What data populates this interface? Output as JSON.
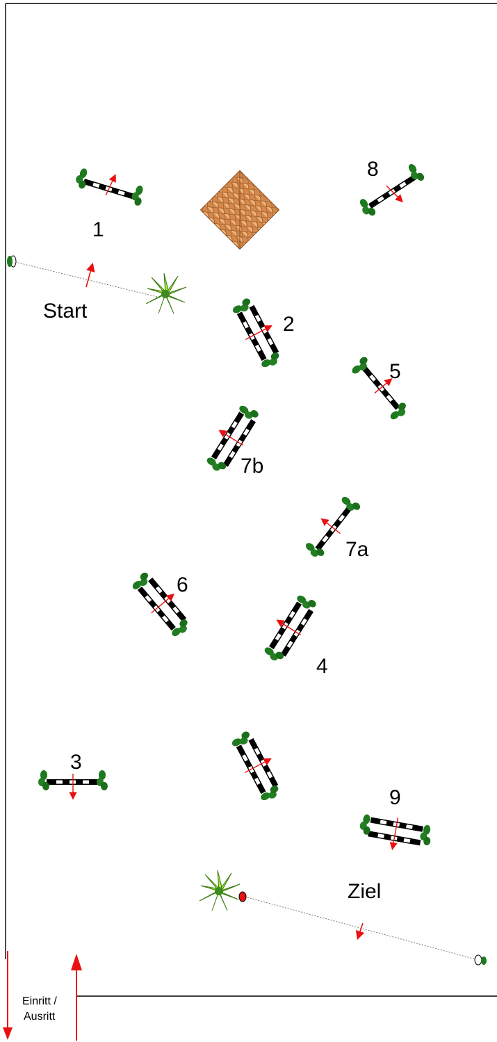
{
  "course": {
    "labels": {
      "start": "Start",
      "finish": "Ziel",
      "entrance_line1": "Einritt /",
      "entrance_line2": "Ausritt"
    },
    "obstacles": [
      {
        "id": "f1",
        "number": "1",
        "kind": "vertical"
      },
      {
        "id": "f2",
        "number": "2",
        "kind": "oxer"
      },
      {
        "id": "f3",
        "number": "3",
        "kind": "vertical"
      },
      {
        "id": "f4",
        "number": "4",
        "kind": "oxer"
      },
      {
        "id": "f5",
        "number": "5",
        "kind": "vertical"
      },
      {
        "id": "f6",
        "number": "6",
        "kind": "oxer"
      },
      {
        "id": "f7a",
        "number": "7a",
        "kind": "vertical"
      },
      {
        "id": "f7b",
        "number": "7b",
        "kind": "oxer"
      },
      {
        "id": "f8",
        "number": "8",
        "kind": "vertical"
      },
      {
        "id": "f9",
        "number": "9",
        "kind": "oxer"
      },
      {
        "id": "fx",
        "number": "",
        "kind": "oxer"
      }
    ],
    "colors": {
      "pole_dark": "#000000",
      "pole_light": "#ffffff",
      "wing_green": "#1e7a1e",
      "arrow_red": "#e81010",
      "water_tile": "#d2874a",
      "plant_green": "#8fd12a"
    }
  }
}
